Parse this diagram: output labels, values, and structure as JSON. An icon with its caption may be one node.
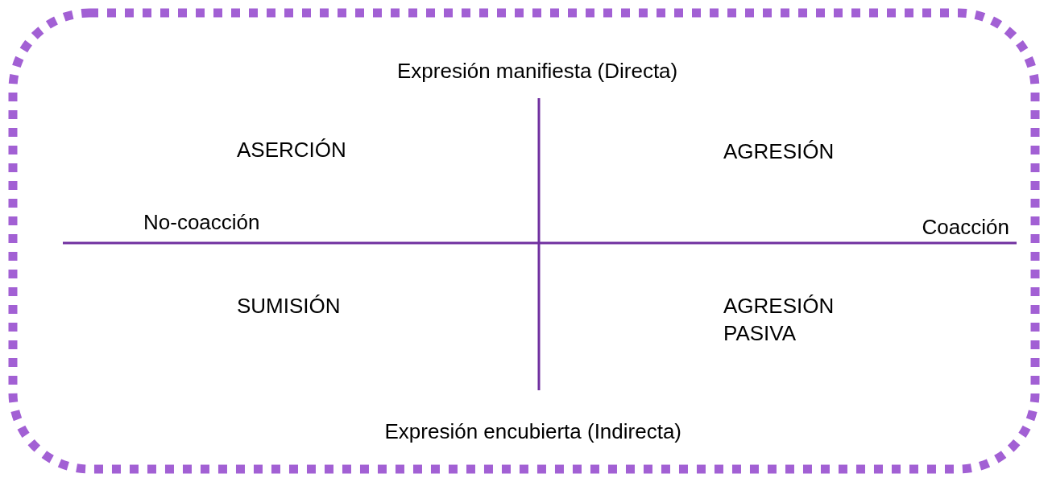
{
  "diagram": {
    "labels": [
      "Expresión manifiesta (Directa)",
      "ASERCIÓN",
      "AGRESIÓN",
      "No-coacción",
      "Coacción",
      "SUMISIÓN",
      "AGRESIÓN PASIVA",
      "Expresión encubierta (Indirecta)"
    ]
  }
}
